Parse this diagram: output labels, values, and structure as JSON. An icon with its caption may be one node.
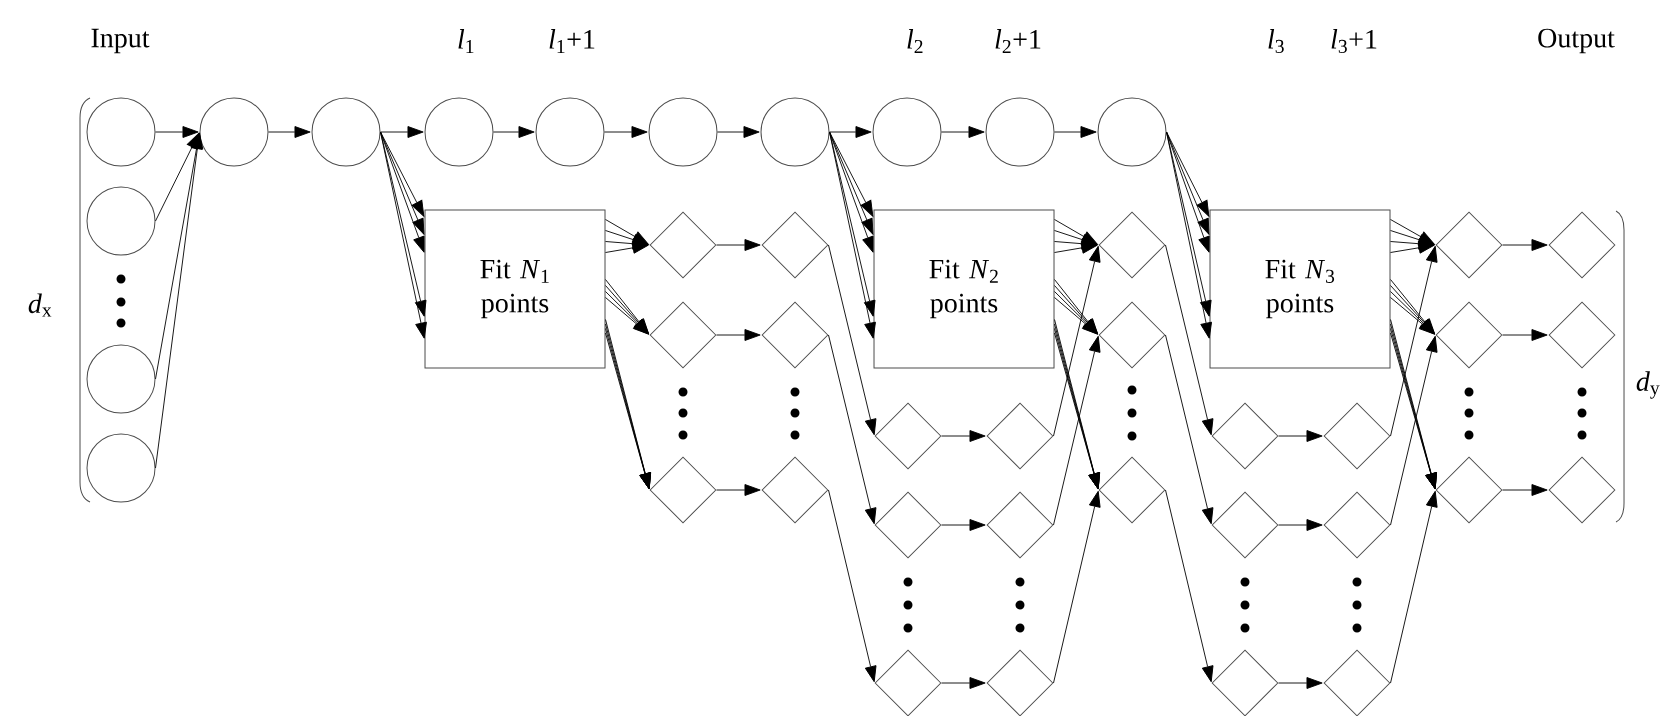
{
  "diagram": {
    "nodes": [
      {
        "text": [],
        "shape": "circle"
      },
      {
        "text": [],
        "shape": "circle"
      },
      {
        "text": [],
        "shape": "circle"
      },
      {
        "text": [],
        "shape": "circle"
      },
      {
        "text": [],
        "shape": "circle"
      },
      {
        "text": [],
        "shape": "circle"
      },
      {
        "text": [],
        "shape": "circle"
      },
      {
        "text": [],
        "shape": "circle"
      },
      {
        "text": [],
        "shape": "circle"
      },
      {
        "text": [],
        "shape": "circle"
      },
      {
        "text": [],
        "shape": "circle"
      },
      {
        "text": [],
        "shape": "circle"
      },
      {
        "text": [],
        "shape": "circle"
      },
      {
        "text": [
          "Fit *N*$_{1}$ points"
        ]
      },
      {
        "text": [],
        "shape": "diamond"
      },
      {
        "text": [],
        "shape": "diamond"
      },
      {
        "text": [],
        "shape": "diamond"
      },
      {
        "text": [],
        "shape": "diamond"
      },
      {
        "text": [],
        "shape": "diamond"
      },
      {
        "text": [],
        "shape": "diamond"
      },
      {
        "text": [
          "Fit *N*$_{2}$ points"
        ]
      },
      {
        "text": [],
        "shape": "diamond"
      },
      {
        "text": [],
        "shape": "diamond"
      },
      {
        "text": [],
        "shape": "diamond"
      },
      {
        "text": [],
        "shape": "diamond"
      },
      {
        "text": [],
        "shape": "diamond"
      },
      {
        "text": [],
        "shape": "diamond"
      },
      {
        "text": [],
        "shape": "diamond"
      },
      {
        "text": [],
        "shape": "diamond"
      },
      {
        "text": [],
        "shape": "diamond"
      },
      {
        "text": [
          "Fit *N*$_{3}$ points"
        ]
      },
      {
        "text": [],
        "shape": "diamond"
      },
      {
        "text": [],
        "shape": "diamond"
      },
      {
        "text": [],
        "shape": "diamond"
      },
      {
        "text": [],
        "shape": "diamond"
      },
      {
        "text": [],
        "shape": "diamond"
      },
      {
        "text": [],
        "shape": "diamond"
      },
      {
        "text": [],
        "shape": "diamond"
      },
      {
        "text": [],
        "shape": "diamond"
      },
      {
        "text": [],
        "shape": "diamond"
      },
      {
        "text": [],
        "shape": "diamond"
      },
      {
        "text": [],
        "shape": "diamond"
      },
      {
        "text": [],
        "shape": "diamond"
      }
    ],
    "edges": [
      {
        "from": 0,
        "to": 4,
        "arrow": "to"
      },
      {
        "from": 1,
        "to": 4,
        "arrow": "to"
      },
      {
        "from": 2,
        "to": 4,
        "arrow": "to"
      },
      {
        "from": 3,
        "to": 4,
        "arrow": "to"
      },
      {
        "from": 4,
        "to": 5,
        "arrow": "to"
      },
      {
        "from": 5,
        "to": 6,
        "arrow": "to"
      },
      {
        "from": 6,
        "to": 7,
        "arrow": "to"
      },
      {
        "from": 7,
        "to": 8,
        "arrow": "to"
      },
      {
        "from": 8,
        "to": 9,
        "arrow": "to"
      },
      {
        "from": 9,
        "to": 10,
        "arrow": "to"
      },
      {
        "from": 10,
        "to": 11,
        "arrow": "to"
      },
      {
        "from": 11,
        "to": 12,
        "arrow": "to"
      },
      {
        "from": 5,
        "to": 13,
        "arrow": "to"
      },
      {
        "from": 5,
        "to": 13,
        "arrow": "to"
      },
      {
        "from": 5,
        "to": 13,
        "arrow": "to"
      },
      {
        "from": 5,
        "to": 13,
        "arrow": "to"
      },
      {
        "from": 5,
        "to": 13,
        "arrow": "to"
      },
      {
        "from": 13,
        "to": 14,
        "arrow": "to"
      },
      {
        "from": 13,
        "to": 14,
        "arrow": "to"
      },
      {
        "from": 13,
        "to": 14,
        "arrow": "to"
      },
      {
        "from": 13,
        "to": 14,
        "arrow": "to"
      },
      {
        "from": 13,
        "to": 15,
        "arrow": "to"
      },
      {
        "from": 13,
        "to": 15,
        "arrow": "to"
      },
      {
        "from": 13,
        "to": 15,
        "arrow": "to"
      },
      {
        "from": 13,
        "to": 15,
        "arrow": "to"
      },
      {
        "from": 13,
        "to": 16,
        "arrow": "to"
      },
      {
        "from": 13,
        "to": 16,
        "arrow": "to"
      },
      {
        "from": 13,
        "to": 16,
        "arrow": "to"
      },
      {
        "from": 13,
        "to": 16,
        "arrow": "to"
      },
      {
        "from": 14,
        "to": 17,
        "arrow": "to"
      },
      {
        "from": 15,
        "to": 18,
        "arrow": "to"
      },
      {
        "from": 16,
        "to": 19,
        "arrow": "to"
      },
      {
        "from": 17,
        "to": 21,
        "arrow": "to"
      },
      {
        "from": 18,
        "to": 22,
        "arrow": "to"
      },
      {
        "from": 19,
        "to": 23,
        "arrow": "to"
      },
      {
        "from": 21,
        "to": 24,
        "arrow": "to"
      },
      {
        "from": 22,
        "to": 25,
        "arrow": "to"
      },
      {
        "from": 23,
        "to": 26,
        "arrow": "to"
      },
      {
        "from": 9,
        "to": 20,
        "arrow": "to"
      },
      {
        "from": 9,
        "to": 20,
        "arrow": "to"
      },
      {
        "from": 9,
        "to": 20,
        "arrow": "to"
      },
      {
        "from": 9,
        "to": 20,
        "arrow": "to"
      },
      {
        "from": 9,
        "to": 20,
        "arrow": "to"
      },
      {
        "from": 20,
        "to": 27,
        "arrow": "to"
      },
      {
        "from": 20,
        "to": 27,
        "arrow": "to"
      },
      {
        "from": 20,
        "to": 27,
        "arrow": "to"
      },
      {
        "from": 20,
        "to": 27,
        "arrow": "to"
      },
      {
        "from": 20,
        "to": 28,
        "arrow": "to"
      },
      {
        "from": 20,
        "to": 28,
        "arrow": "to"
      },
      {
        "from": 20,
        "to": 28,
        "arrow": "to"
      },
      {
        "from": 20,
        "to": 28,
        "arrow": "to"
      },
      {
        "from": 20,
        "to": 29,
        "arrow": "to"
      },
      {
        "from": 20,
        "to": 29,
        "arrow": "to"
      },
      {
        "from": 20,
        "to": 29,
        "arrow": "to"
      },
      {
        "from": 20,
        "to": 29,
        "arrow": "to"
      },
      {
        "from": 24,
        "to": 27,
        "arrow": "to"
      },
      {
        "from": 25,
        "to": 28,
        "arrow": "to"
      },
      {
        "from": 26,
        "to": 29,
        "arrow": "to"
      },
      {
        "from": 27,
        "to": 31,
        "arrow": "to"
      },
      {
        "from": 28,
        "to": 32,
        "arrow": "to"
      },
      {
        "from": 29,
        "to": 33,
        "arrow": "to"
      },
      {
        "from": 31,
        "to": 34,
        "arrow": "to"
      },
      {
        "from": 32,
        "to": 35,
        "arrow": "to"
      },
      {
        "from": 33,
        "to": 36,
        "arrow": "to"
      },
      {
        "from": 12,
        "to": 30,
        "arrow": "to"
      },
      {
        "from": 12,
        "to": 30,
        "arrow": "to"
      },
      {
        "from": 12,
        "to": 30,
        "arrow": "to"
      },
      {
        "from": 12,
        "to": 30,
        "arrow": "to"
      },
      {
        "from": 12,
        "to": 30,
        "arrow": "to"
      },
      {
        "from": 30,
        "to": 37,
        "arrow": "to"
      },
      {
        "from": 30,
        "to": 37,
        "arrow": "to"
      },
      {
        "from": 30,
        "to": 37,
        "arrow": "to"
      },
      {
        "from": 30,
        "to": 37,
        "arrow": "to"
      },
      {
        "from": 30,
        "to": 38,
        "arrow": "to"
      },
      {
        "from": 30,
        "to": 38,
        "arrow": "to"
      },
      {
        "from": 30,
        "to": 38,
        "arrow": "to"
      },
      {
        "from": 30,
        "to": 38,
        "arrow": "to"
      },
      {
        "from": 30,
        "to": 39,
        "arrow": "to"
      },
      {
        "from": 30,
        "to": 39,
        "arrow": "to"
      },
      {
        "from": 30,
        "to": 39,
        "arrow": "to"
      },
      {
        "from": 30,
        "to": 39,
        "arrow": "to"
      },
      {
        "from": 34,
        "to": 37,
        "arrow": "to"
      },
      {
        "from": 35,
        "to": 38,
        "arrow": "to"
      },
      {
        "from": 36,
        "to": 39,
        "arrow": "to"
      },
      {
        "from": 37,
        "to": 40,
        "arrow": "to"
      },
      {
        "from": 38,
        "to": 41,
        "arrow": "to"
      },
      {
        "from": 39,
        "to": 42,
        "arrow": "to"
      }
    ],
    "labels": [
      "Input",
      "*l*$_{1}$",
      "*l*$_{1}$+1",
      "*l*$_{2}$",
      "*l*$_{2}$+1",
      "*l*$_{3}$",
      "*l*$_{3}$+1",
      "Output",
      "*d*$_{x}$",
      "*d*$_{y}$"
    ]
  }
}
